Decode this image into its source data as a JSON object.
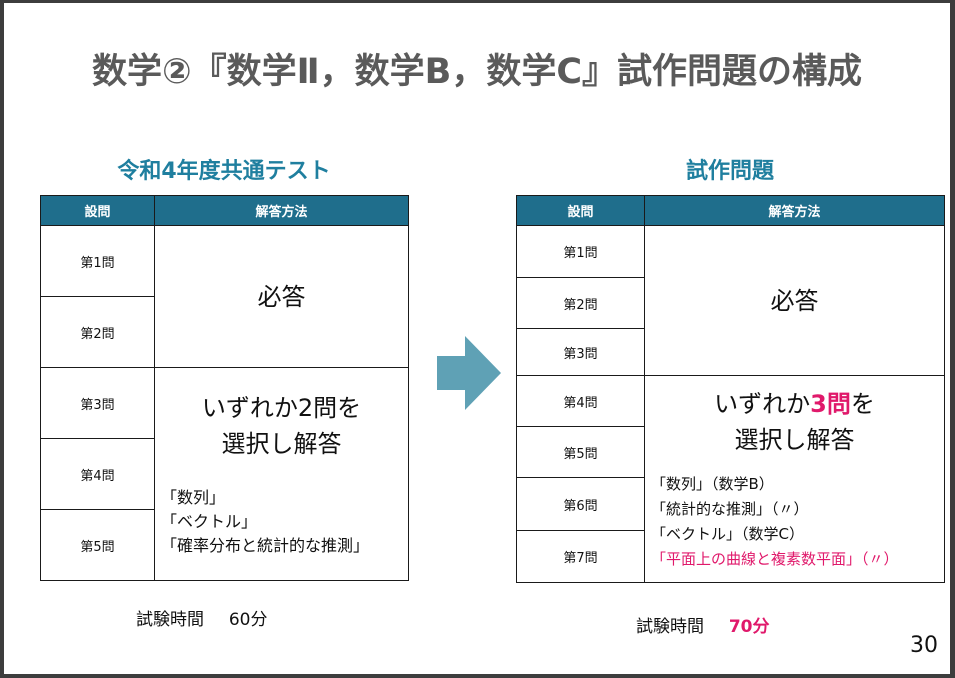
{
  "title": "数学②『数学Ⅱ，数学B，数学C』試作問題の構成",
  "left": {
    "heading": "令和4年度共通テスト",
    "col_question": "設問",
    "col_method": "解答方法",
    "questions": [
      "第1問",
      "第2問",
      "第3問",
      "第4問",
      "第5問"
    ],
    "required_label": "必答",
    "choose_line1": "いずれか2問を",
    "choose_line2": "選択し解答",
    "options": [
      "「数列」",
      "「ベクトル」",
      "「確率分布と統計的な推測」"
    ],
    "time_label": "試験時間",
    "time_value": "60分"
  },
  "right": {
    "heading": "試作問題",
    "col_question": "設問",
    "col_method": "解答方法",
    "questions": [
      "第1問",
      "第2問",
      "第3問",
      "第4問",
      "第5問",
      "第6問",
      "第7問"
    ],
    "required_label": "必答",
    "choose_pre": "いずれか",
    "choose_num": "3問",
    "choose_post": "を",
    "choose_line2": "選択し解答",
    "options": [
      {
        "name": "「数列」",
        "note": "（数学B）"
      },
      {
        "name": "「統計的な推測」",
        "note": "（〃）"
      },
      {
        "name": "「ベクトル」",
        "note": "（数学C）"
      },
      {
        "name": "「平面上の曲線と複素数平面」",
        "note": "（〃）"
      }
    ],
    "time_label": "試験時間",
    "time_value": "70分"
  },
  "page_number": "30",
  "colors": {
    "header_fill": "#1f6e8c",
    "heading_text": "#1f7f9f",
    "highlight": "#e0196b",
    "arrow": "#5fa1b5"
  }
}
